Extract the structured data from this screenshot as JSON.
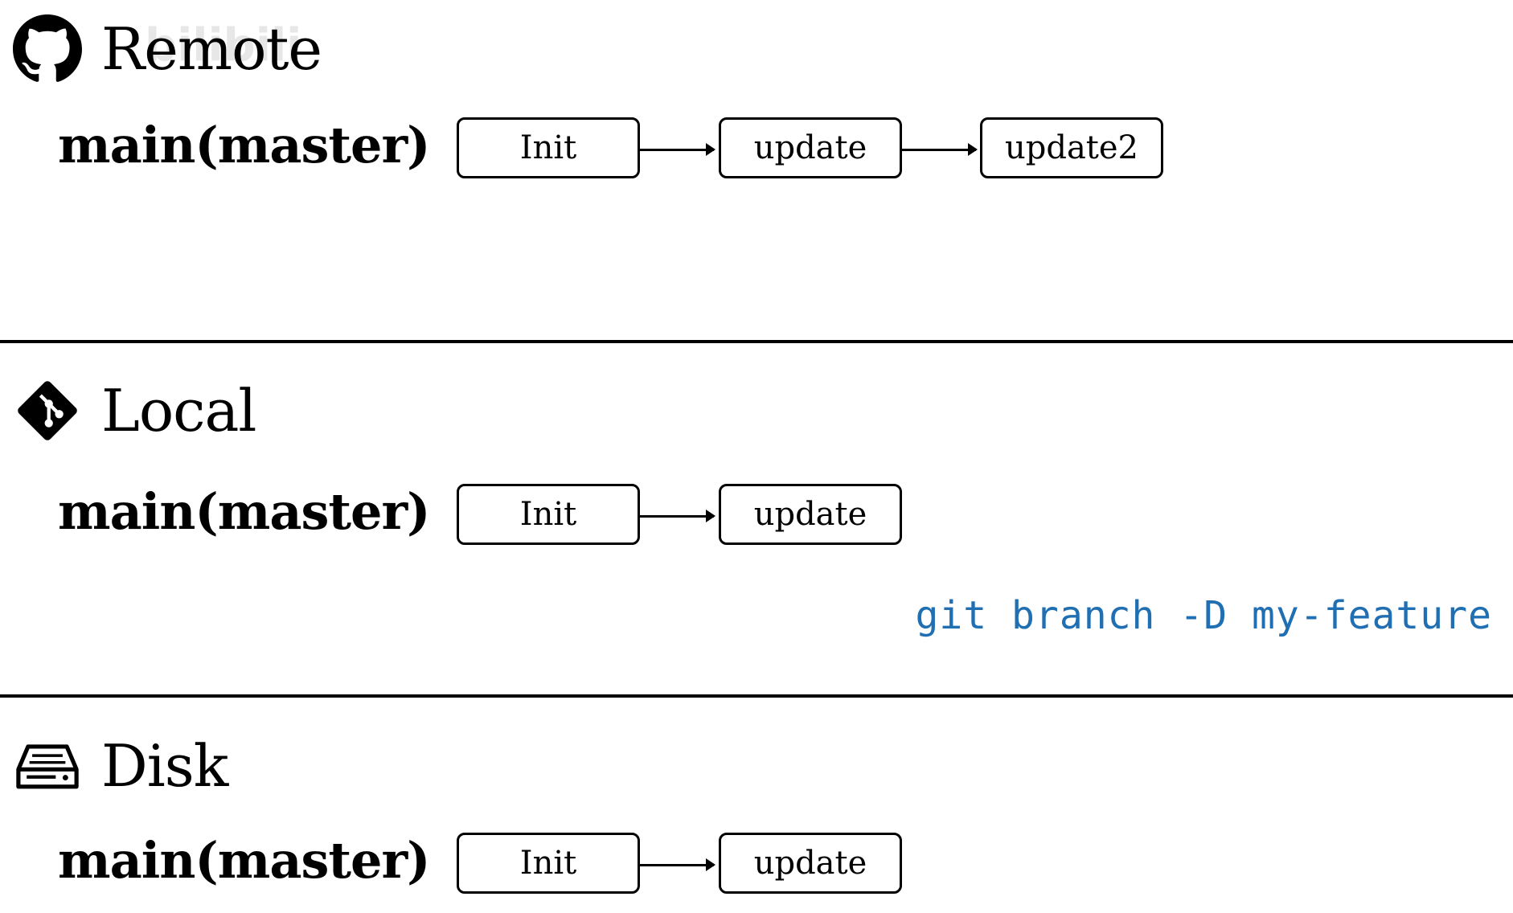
{
  "watermark": "bilibili",
  "remote": {
    "title": "Remote",
    "icon": "github-icon",
    "branch": "main(master)",
    "commits": [
      "Init",
      "update",
      "update2"
    ]
  },
  "local": {
    "title": "Local",
    "icon": "git-icon",
    "branch": "main(master)",
    "commits": [
      "Init",
      "update"
    ],
    "command": "git branch -D my-feature"
  },
  "disk": {
    "title": "Disk",
    "icon": "hard-drive-icon",
    "branch": "main(master)",
    "commits": [
      "Init",
      "update"
    ]
  },
  "colors": {
    "command": "#1f6fb2",
    "lines": "#000000"
  }
}
